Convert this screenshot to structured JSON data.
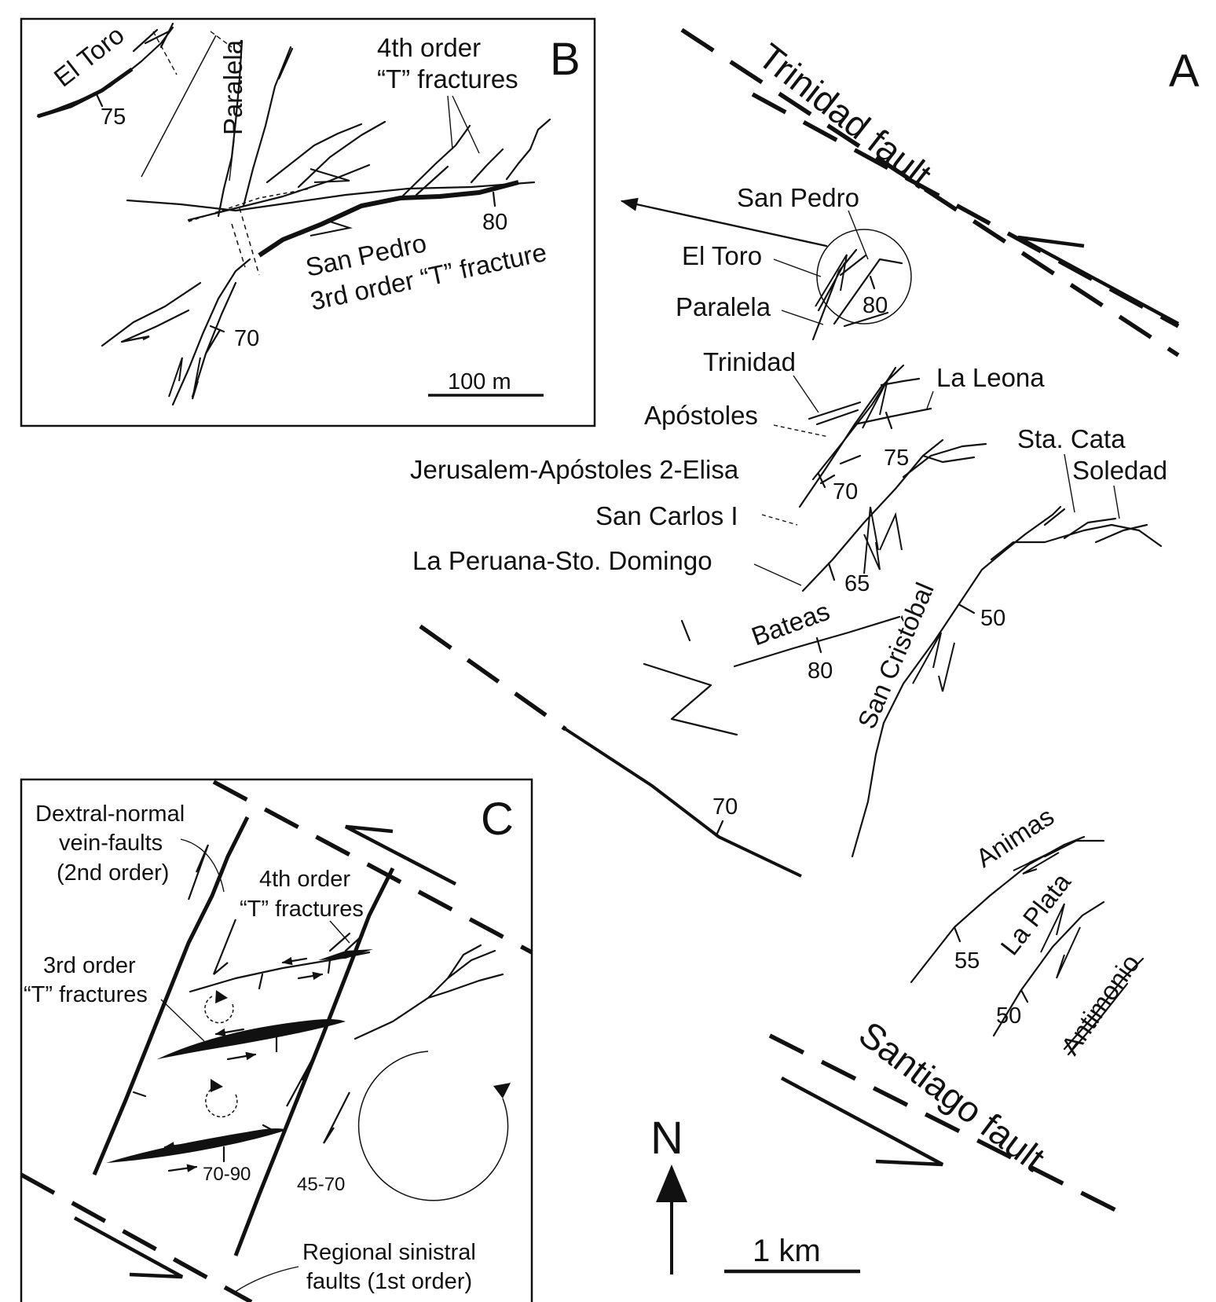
{
  "panels": {
    "a": {
      "letter": "A",
      "faults": {
        "trinidad": "Trinidad fault",
        "santiago": "Santiago fault"
      },
      "veins": {
        "san_pedro": "San Pedro",
        "el_toro": "El Toro",
        "paralela": "Paralela",
        "trinidad": "Trinidad",
        "apostoles": "Apóstoles",
        "la_leona": "La Leona",
        "jerusalem": "Jerusalem-Apóstoles 2-Elisa",
        "san_carlos": "San Carlos I",
        "la_peruana": "La Peruana-Sto. Domingo",
        "sta_cata": "Sta. Cata",
        "soledad": "Soledad",
        "bateas": "Bateas",
        "san_cristobal": "San Cristóbal",
        "animas": "Animas",
        "la_plata": "La Plata",
        "antimonio": "Antimonio"
      },
      "dips": {
        "san_pedro": "80",
        "la_leona": "75",
        "jerusalem": "70",
        "la_peruana": "65",
        "san_cristobal": "50",
        "bateas": "80",
        "southwest": "70",
        "animas": "55",
        "la_plata": "50"
      },
      "north": "N",
      "scale": "1 km"
    },
    "b": {
      "letter": "B",
      "labels": {
        "el_toro": "El Toro",
        "paralela": "Paralela",
        "fourth_line1": "4th order",
        "fourth_line2": "“T” fractures",
        "san_pedro_line1": "San Pedro",
        "san_pedro_line2": "3rd order “T” fracture"
      },
      "dips": {
        "el_toro": "75",
        "san_pedro": "80",
        "south": "70"
      },
      "scale": "100 m"
    },
    "c": {
      "letter": "C",
      "labels": {
        "dextral_line1": "Dextral-normal",
        "dextral_line2": "vein-faults",
        "dextral_line3": "(2nd order)",
        "fourth_line1": "4th order",
        "fourth_line2": "“T” fractures",
        "third_line1": "3rd order",
        "third_line2": "“T” fractures",
        "regional_line1": "Regional sinistral",
        "regional_line2": "faults (1st order)"
      },
      "dips": {
        "lower": "70-90",
        "right": "45-70"
      }
    }
  }
}
